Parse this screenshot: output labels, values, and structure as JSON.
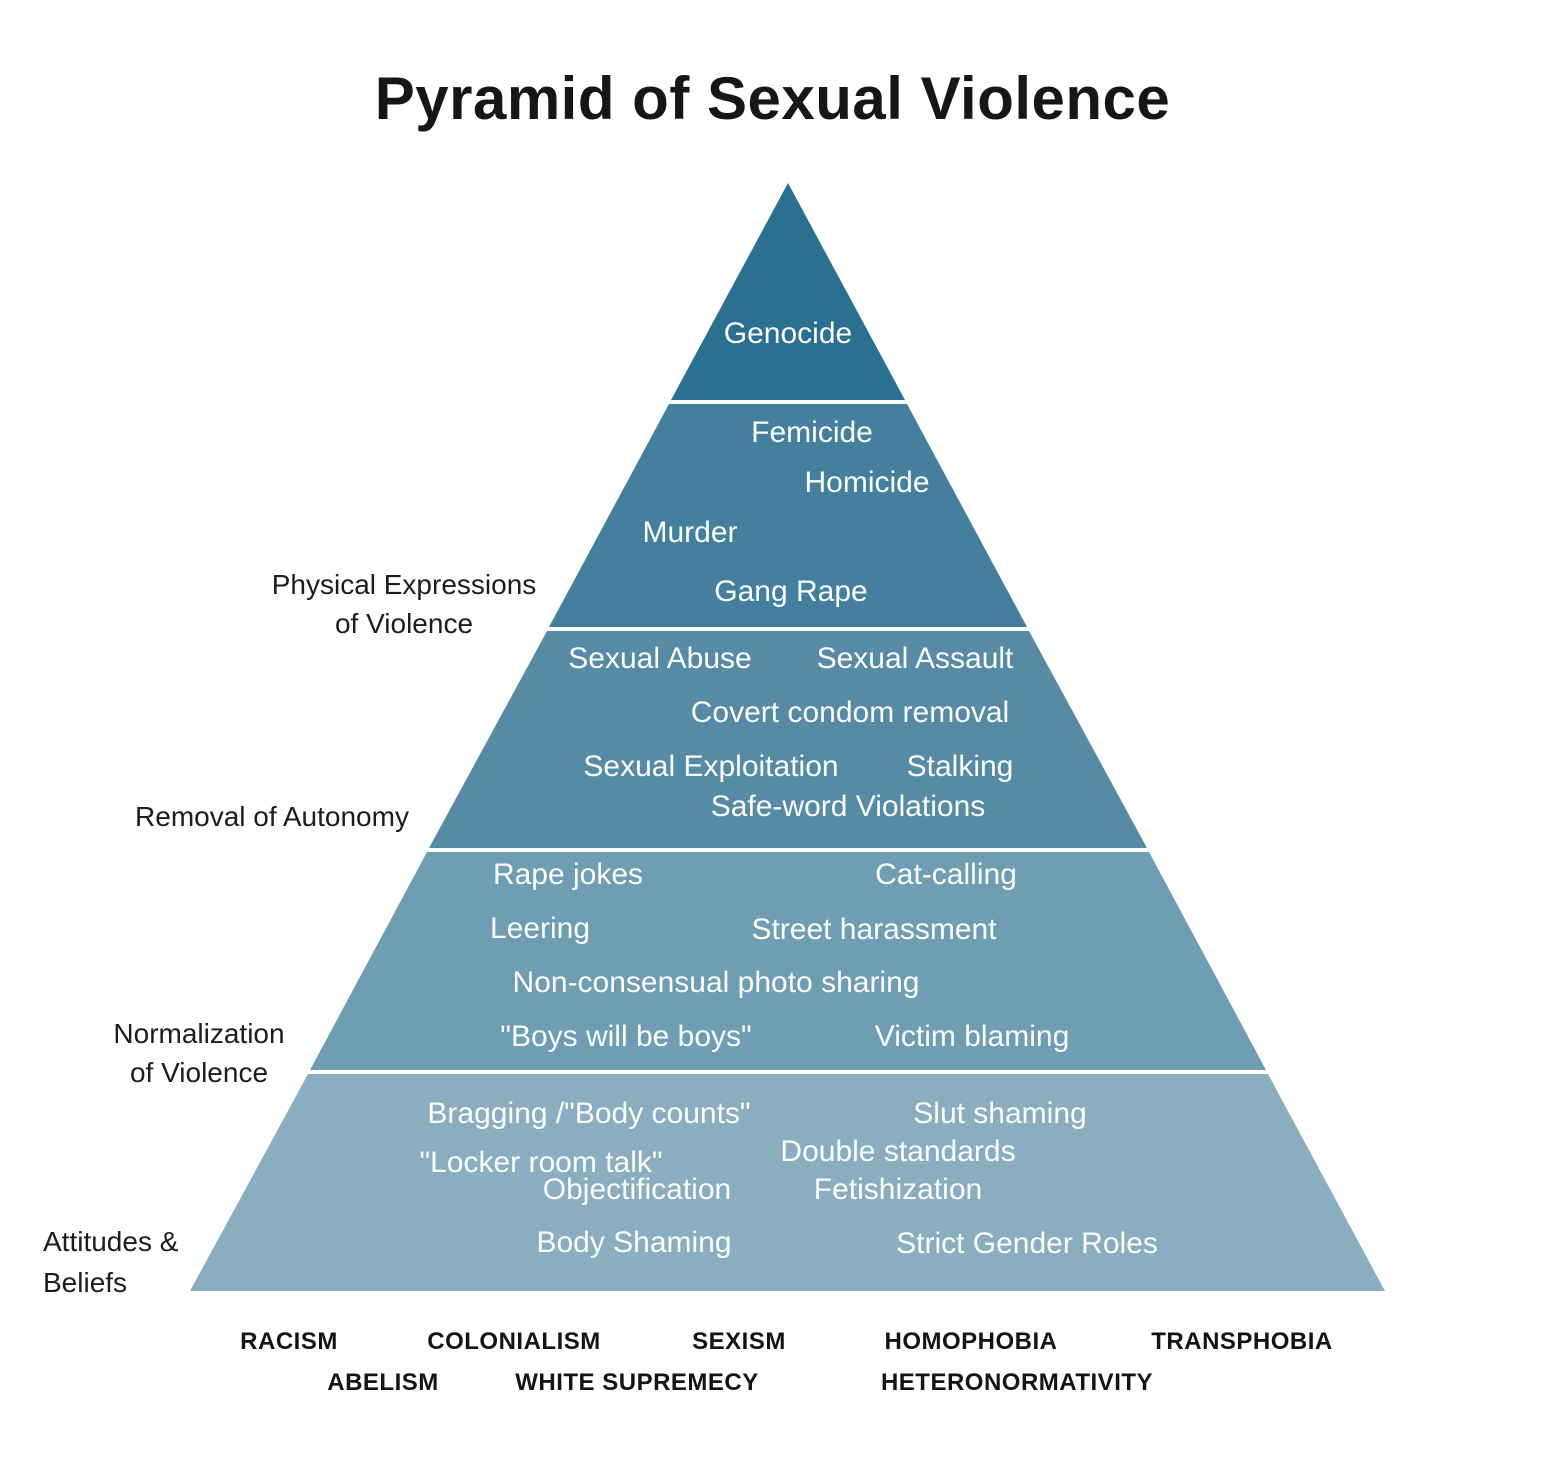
{
  "title": "Pyramid of Sexual Violence",
  "tiers": [
    {
      "name": "top",
      "color": "#2B7090",
      "items": [
        "Genocide"
      ]
    },
    {
      "name": "physical-expressions-of-violence",
      "color": "#44809D",
      "side_label": [
        "Physical Expressions",
        "of Violence"
      ],
      "items": [
        "Femicide",
        "Homicide",
        "Murder",
        "Gang Rape"
      ]
    },
    {
      "name": "removal-of-autonomy",
      "color": "#578AA4",
      "side_label": [
        "Removal of Autonomy"
      ],
      "items": [
        "Sexual Abuse",
        "Sexual Assault",
        "Covert condom removal",
        "Sexual Exploitation",
        "Stalking",
        "Safe-word Violations"
      ]
    },
    {
      "name": "normalization-of-violence",
      "color": "#6F9DB2",
      "side_label": [
        "Normalization",
        "of Violence"
      ],
      "items": [
        "Rape jokes",
        "Cat-calling",
        "Leering",
        "Street harassment",
        "Non-consensual photo sharing",
        "\"Boys will be boys\"",
        "Victim blaming"
      ]
    },
    {
      "name": "attitudes-and-beliefs",
      "color": "#8AAEBF",
      "side_label": [
        "Attitudes &",
        "Beliefs"
      ],
      "items": [
        "Bragging /\"Body counts\"",
        "Slut shaming",
        "\"Locker room talk\"",
        "Double standards",
        "Objectification",
        "Fetishization",
        "Body Shaming",
        "Strict Gender Roles"
      ]
    }
  ],
  "foundation": {
    "row1": [
      "RACISM",
      "COLONIALISM",
      "SEXISM",
      "HOMOPHOBIA",
      "TRANSPHOBIA"
    ],
    "row2": [
      "ABELISM",
      "WHITE SUPREMECY",
      "HETERONORMATIVITY"
    ]
  },
  "colors": {
    "background": "#FFFFFF",
    "tier_text": "#FBFDFE",
    "label_text": "#1C1C1C",
    "divider": "#FFFFFF"
  }
}
